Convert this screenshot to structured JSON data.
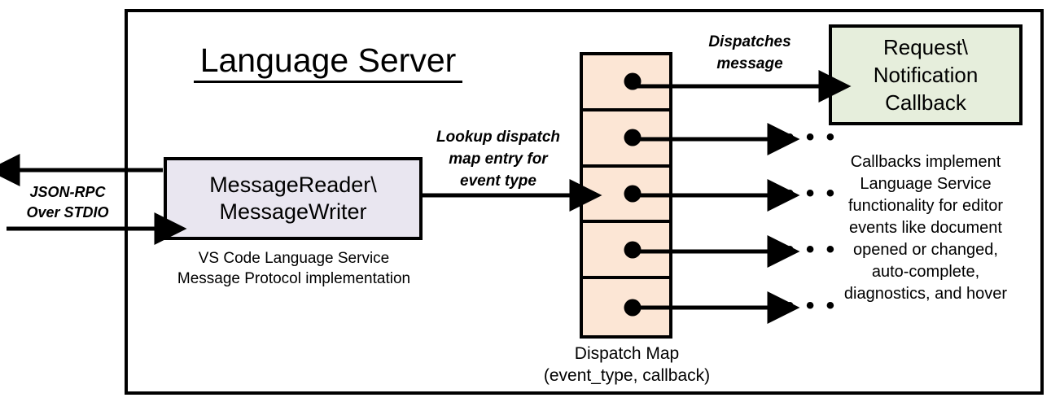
{
  "diagram": {
    "title": "Language Server",
    "left_io": {
      "label_line1": "JSON-RPC",
      "label_line2": "Over STDIO",
      "outbound_arrow": "arrow-left-out",
      "inbound_arrow": "arrow-right-in"
    },
    "reader_box": {
      "line1": "MessageReader\\",
      "line2": "MessageWriter",
      "fill": "#E9E6F0",
      "caption_line1": "VS Code Language Service",
      "caption_line2": "Message Protocol implementation"
    },
    "lookup_label": {
      "line1": "Lookup dispatch",
      "line2": "map entry for",
      "line3": "event type"
    },
    "dispatch_map": {
      "fill": "#FCE6D5",
      "rows": 5,
      "caption_line1": "Dispatch Map",
      "caption_line2": "(event_type, callback)"
    },
    "dispatches_label": {
      "line1": "Dispatches",
      "line2": "message"
    },
    "callback_box": {
      "line1": "Request\\",
      "line2": "Notification",
      "line3": "Callback",
      "fill": "#E6EEDC"
    },
    "callback_caption": {
      "line1": "Callbacks implement",
      "line2": "Language Service",
      "line3": "functionality for editor",
      "line4": "events like document",
      "line5": "opened or changed,",
      "line6": "auto-complete,",
      "line7": "diagnostics, and hover"
    },
    "ellipses": [
      "• • •",
      "• • •",
      "• • •",
      "• • •"
    ],
    "colors": {
      "stroke": "#000000",
      "background": "#FFFFFF"
    }
  }
}
